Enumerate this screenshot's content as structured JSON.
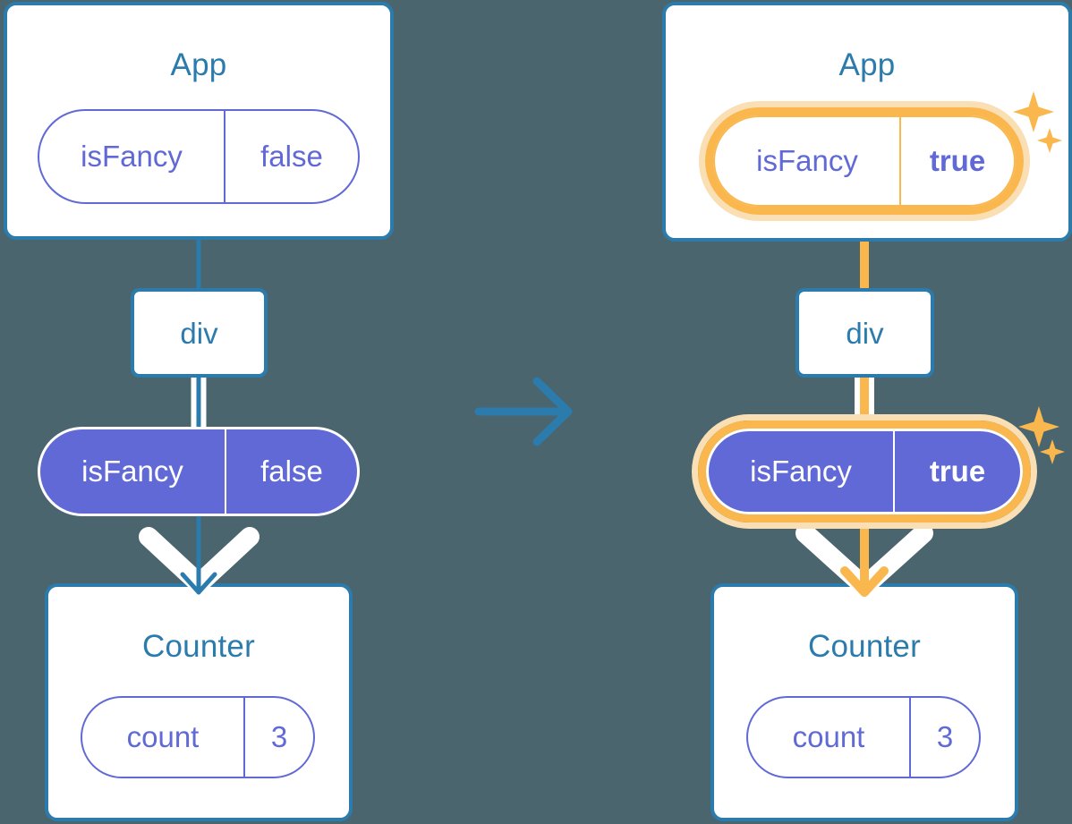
{
  "diagram": {
    "type": "react-state-propagation",
    "title": "State update propagating from App through div to Counter",
    "transition_arrow": "right-arrow",
    "colors": {
      "background": "#4A656D",
      "box_border": "#2B7BAD",
      "box_fill": "#FFFFFF",
      "title_text": "#2B7BAD",
      "pill_purple": "#6069D6",
      "pill_text_light": "#FFFFFF",
      "highlight_orange": "#F9B74E",
      "highlight_halo": "#FBDFB4",
      "edge_white": "#FFFFFF",
      "edge_blue": "#2B7BAD",
      "edge_blue_faint": "#C7D6E6",
      "edge_orange_faint": "#FDEBCC"
    }
  },
  "panels": [
    {
      "id": "before",
      "name": "before-state",
      "highlighted": false,
      "app": {
        "title": "App",
        "state_pill": {
          "key": "isFancy",
          "value": "false",
          "style": "outline",
          "highlighted": false,
          "bold_value": false
        }
      },
      "div": {
        "label": "div"
      },
      "props_pill": {
        "key": "isFancy",
        "value": "false",
        "style": "filled",
        "highlighted": false,
        "bold_value": false
      },
      "counter": {
        "title": "Counter",
        "state_pill": {
          "key": "count",
          "value": "3",
          "style": "outline",
          "highlighted": false,
          "bold_value": false
        }
      },
      "arrow_color": "#2B7BAD",
      "sparkles": []
    },
    {
      "id": "after",
      "name": "after-state",
      "highlighted": true,
      "app": {
        "title": "App",
        "state_pill": {
          "key": "isFancy",
          "value": "true",
          "style": "outline",
          "highlighted": true,
          "bold_value": true
        }
      },
      "div": {
        "label": "div"
      },
      "props_pill": {
        "key": "isFancy",
        "value": "true",
        "style": "filled",
        "highlighted": true,
        "bold_value": true
      },
      "counter": {
        "title": "Counter",
        "state_pill": {
          "key": "count",
          "value": "3",
          "style": "outline",
          "highlighted": false,
          "bold_value": false
        }
      },
      "arrow_color": "#F9B74E",
      "sparkles": [
        "sparkle-large",
        "sparkle-small"
      ]
    }
  ]
}
